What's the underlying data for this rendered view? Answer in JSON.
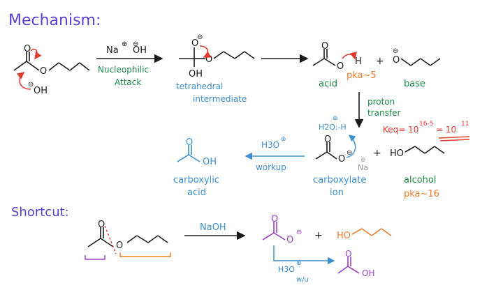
{
  "heading": "Mechanism:",
  "shortcut_heading": "Shortcut:",
  "labels": {
    "nucleophile": "OH",
    "step1_reagent_na": "Na",
    "step1_reagent_oh": "OH",
    "step1_line1": "Nucleophilic",
    "step1_line2": "Attack",
    "tetrahedral_1": "tetrahedral",
    "tetrahedral_2": "intermediate",
    "tetra_oh": "OH",
    "acid_h": "H",
    "acid": "acid",
    "acid_pka": "pka~5",
    "base": "base",
    "plus": "+",
    "proton_1": "proton",
    "proton_2": "transfer",
    "keq_prefix": "Keq= 10",
    "keq_exp": "16-5",
    "keq_equals": "= 10",
    "keq_result_exp": "11",
    "water": "H2O:-H",
    "sodium": "Na",
    "carboxylate_1": "carboxylate",
    "carboxylate_2": "ion",
    "ho": "HO",
    "alcohol": "alcohol",
    "alcohol_pka": "pka~16",
    "workup_reagent": "H3O",
    "workup": "workup",
    "acid_oh": "OH",
    "carboxylic_1": "carboxylic",
    "carboxylic_2": "acid",
    "naoh": "NaOH",
    "shortcut_ho": "HO",
    "shortcut_h3o": "H3O",
    "shortcut_wu": "w/u",
    "shortcut_oh": "OH"
  },
  "colors": {
    "purple": "#5b3fd6",
    "green": "#1c8a4a",
    "blue": "#3d8fcf",
    "orange": "#ef7b2e",
    "red": "#e23a2c",
    "black": "#1a1a1a",
    "violet": "#9b3fc4"
  }
}
